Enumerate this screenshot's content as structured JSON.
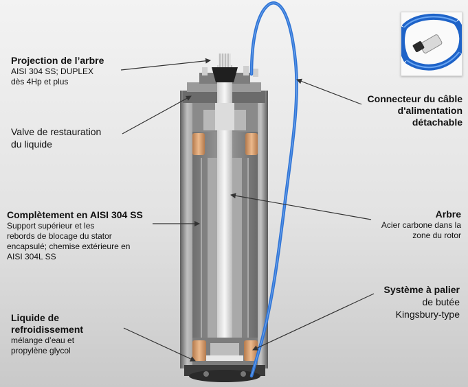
{
  "labels": {
    "shaft_projection": {
      "title": "Projection de l’arbre",
      "lines": [
        "AISI 304 SS; DUPLEX",
        "dès 4Hp et plus"
      ]
    },
    "restoration_valve": {
      "lines": [
        "Valve de restauration",
        "du liquide"
      ]
    },
    "stainless_body": {
      "title": "Complètement  en AISI 304 SS",
      "lines": [
        "Support supérieur et les",
        "rebords de blocage du stator",
        "encapsulé; chemise extérieure en",
        "AISI 304L SS"
      ]
    },
    "cooling_liquid": {
      "title_lines": [
        "Liquide de",
        "refroidissement"
      ],
      "lines": [
        "mélange d’eau et",
        "propylène glycol"
      ]
    },
    "power_cable": {
      "title_lines": [
        "Connecteur du câble",
        "d'alimentation",
        "détachable"
      ]
    },
    "shaft": {
      "title": "Arbre",
      "lines": [
        "Acier carbone dans la",
        "zone du rotor"
      ]
    },
    "thrust_bearing": {
      "title": "Système à palier",
      "lines": [
        "de butée",
        "Kingsbury-type"
      ]
    }
  },
  "colors": {
    "cable": "#2f74d6",
    "steel": "#c8c8c8",
    "copper": "#d49a6a",
    "leader": "#333333"
  }
}
